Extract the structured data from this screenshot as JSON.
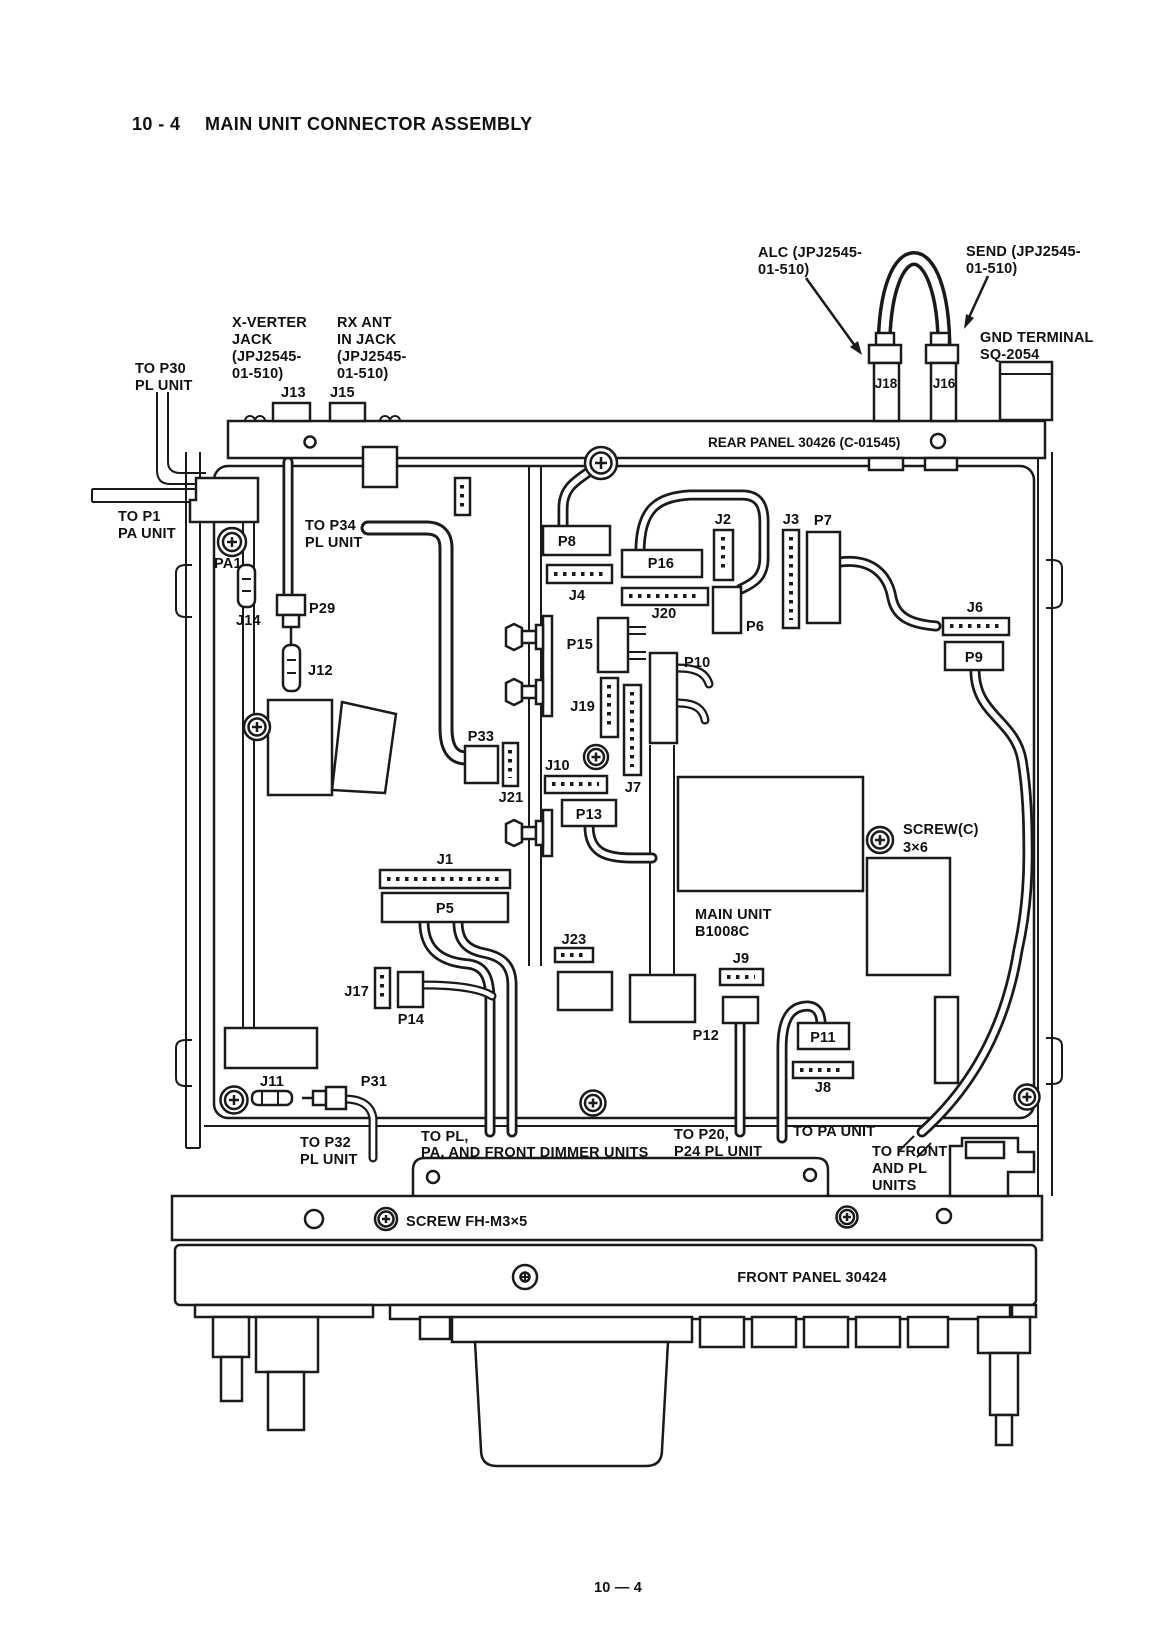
{
  "title": {
    "number": "10 - 4",
    "text": "MAIN UNIT CONNECTOR ASSEMBLY"
  },
  "page_number": "10 — 4",
  "panels": {
    "rear": "REAR PANEL 30426 (C-01545)",
    "front": "FRONT PANEL 30424",
    "main_unit": [
      "MAIN UNIT",
      "B1008C"
    ]
  },
  "callouts": {
    "alc": [
      "ALC (JPJ2545-",
      "01-510)"
    ],
    "send": [
      "SEND (JPJ2545-",
      "01-510)"
    ],
    "gnd_terminal": [
      "GND TERMINAL",
      "SQ-2054"
    ],
    "x_verter_jack": [
      "X-VERTER",
      "JACK",
      "(JPJ2545-",
      "01-510)"
    ],
    "rx_ant_in_jack": [
      "RX ANT",
      "IN JACK",
      "(JPJ2545-",
      "01-510)"
    ],
    "to_p30": [
      "TO P30",
      "PL UNIT"
    ],
    "to_p1": [
      "TO P1",
      "PA UNIT"
    ],
    "to_p34": [
      "TO P34",
      "PL UNIT"
    ],
    "to_p32": [
      "TO P32",
      "PL UNIT"
    ],
    "to_pl_pa_front": [
      "TO PL,",
      "PA, AND FRONT DIMMER UNITS"
    ],
    "to_p20_p24": [
      "TO P20,",
      "P24 PL UNIT"
    ],
    "to_pa_unit": "TO PA UNIT",
    "to_front_pl": [
      "TO FRONT",
      "AND PL",
      "UNITS"
    ],
    "screw_c": [
      "SCREW(C)",
      "3×6"
    ],
    "screw_fh": "SCREW FH-M3×5"
  },
  "refs": {
    "j13": "J13",
    "j15": "J15",
    "j18": "J18",
    "j16": "J16",
    "pa1": "PA1",
    "j14": "J14",
    "p29": "P29",
    "j12": "J12",
    "p8": "P8",
    "p16": "P16",
    "j2": "J2",
    "j3": "J3",
    "p7": "P7",
    "j4": "J4",
    "j20": "J20",
    "p6": "P6",
    "j6": "J6",
    "p9": "P9",
    "p15": "P15",
    "p10": "P10",
    "j19": "J19",
    "j7": "J7",
    "j10": "J10",
    "j21": "J21",
    "p33": "P33",
    "p13": "P13",
    "j1": "J1",
    "p5": "P5",
    "j23": "J23",
    "j17": "J17",
    "p14": "P14",
    "j9": "J9",
    "p12": "P12",
    "p11": "P11",
    "j8": "J8",
    "j11": "J11",
    "p31": "P31"
  }
}
